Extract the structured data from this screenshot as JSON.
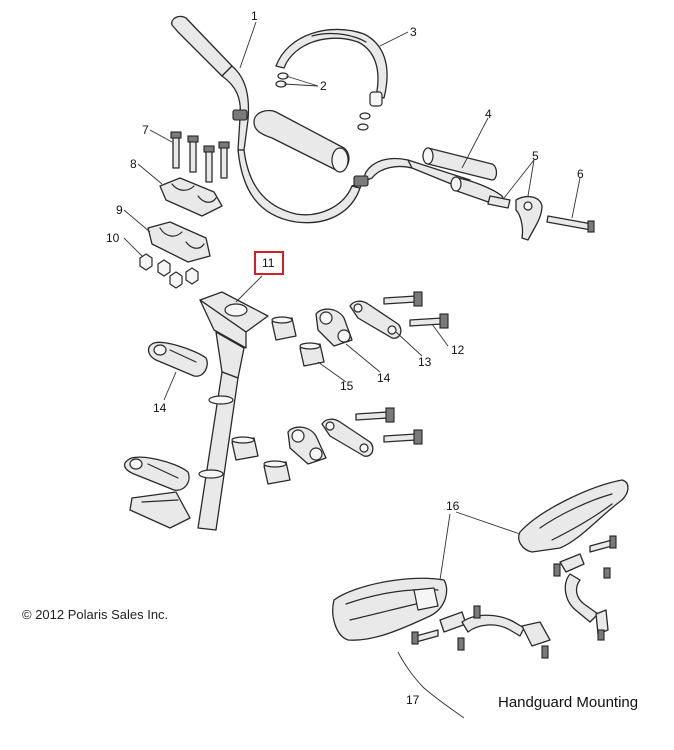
{
  "callouts": [
    {
      "id": "c1",
      "text": "1"
    },
    {
      "id": "c2",
      "text": "2"
    },
    {
      "id": "c3",
      "text": "3"
    },
    {
      "id": "c4",
      "text": "4"
    },
    {
      "id": "c5",
      "text": "5"
    },
    {
      "id": "c6",
      "text": "6"
    },
    {
      "id": "c7",
      "text": "7"
    },
    {
      "id": "c8",
      "text": "8"
    },
    {
      "id": "c9",
      "text": "9"
    },
    {
      "id": "c10",
      "text": "10"
    },
    {
      "id": "c11",
      "text": "11"
    },
    {
      "id": "c12",
      "text": "12"
    },
    {
      "id": "c13",
      "text": "13"
    },
    {
      "id": "c14a",
      "text": "14"
    },
    {
      "id": "c14b",
      "text": "14"
    },
    {
      "id": "c15",
      "text": "15"
    },
    {
      "id": "c16",
      "text": "16"
    },
    {
      "id": "c17",
      "text": "17"
    }
  ],
  "highlighted_callout": "11",
  "highlight_color": "#d0202a",
  "copyright": "© 2012 Polaris Sales Inc.",
  "section_label": "Handguard Mounting"
}
